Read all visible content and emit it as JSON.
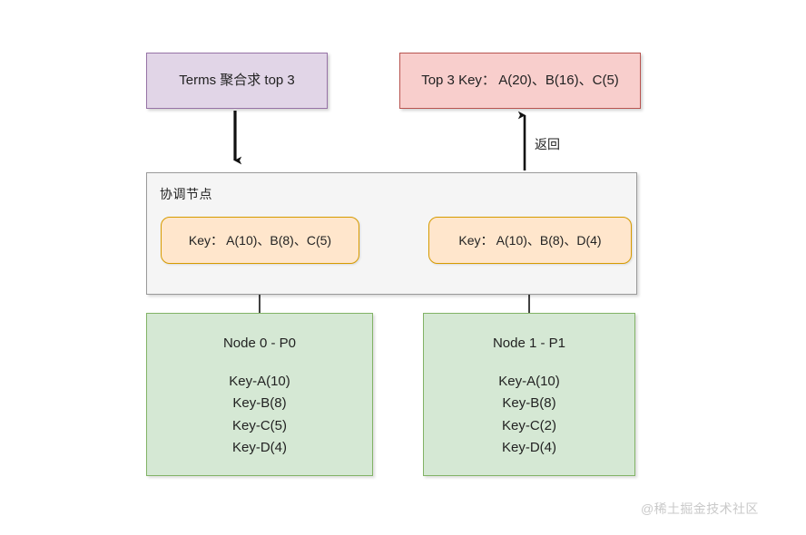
{
  "diagram": {
    "title_query": "Terms 聚合求 top 3",
    "result": "Top 3 Key： A(20)、B(16)、C(5)",
    "coordinator": {
      "label": "协调节点",
      "partial_results": [
        "Key： A(10)、B(8)、C(5)",
        "Key： A(10)、B(8)、D(4)"
      ]
    },
    "nodes": [
      {
        "title": "Node 0 - P0",
        "keys": [
          "Key-A(10)",
          "Key-B(8)",
          "Key-C(5)",
          "Key-D(4)"
        ]
      },
      {
        "title": "Node 1 - P1",
        "keys": [
          "Key-A(10)",
          "Key-B(8)",
          "Key-C(2)",
          "Key-D(4)"
        ]
      }
    ],
    "edges": {
      "return_label": "返回"
    },
    "watermark": "@稀土掘金技术社区",
    "colors": {
      "query_fill": "#e1d5e7",
      "query_stroke": "#9673a6",
      "result_fill": "#f8cecc",
      "result_stroke": "#b85450",
      "coordinator_fill": "#f5f5f5",
      "coordinator_stroke": "#9a9a9a",
      "key_fill": "#ffe6cc",
      "key_stroke": "#d79b00",
      "node_fill": "#d5e8d4",
      "node_stroke": "#82b366",
      "arrow": "#111111",
      "watermark": "#c9c9c9"
    }
  }
}
